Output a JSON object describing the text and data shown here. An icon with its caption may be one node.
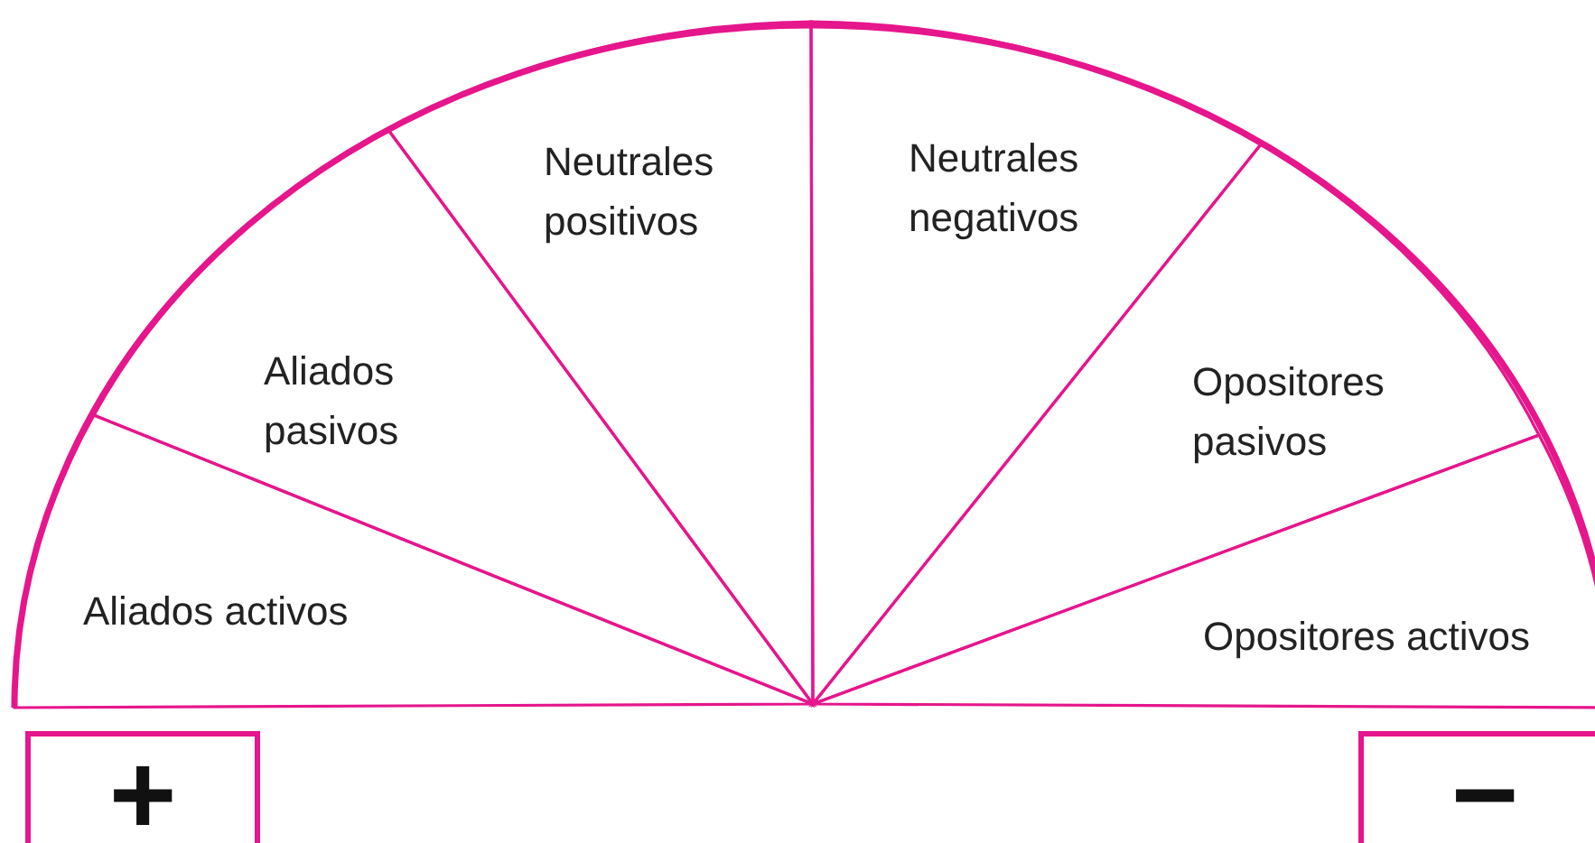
{
  "diagram": {
    "nodes": [
      {
        "text": [
          "Aliados activos"
        ]
      },
      {
        "text": [
          "Aliados pasivos"
        ]
      },
      {
        "text": [
          "Neutrales positivos"
        ]
      },
      {
        "text": [
          "Neutrales negativos"
        ]
      },
      {
        "text": [
          "Opositores pasivos"
        ]
      },
      {
        "text": [
          "Opositores activos"
        ]
      },
      {
        "text": [
          "+"
        ]
      },
      {
        "text": [
          "−"
        ]
      }
    ]
  }
}
